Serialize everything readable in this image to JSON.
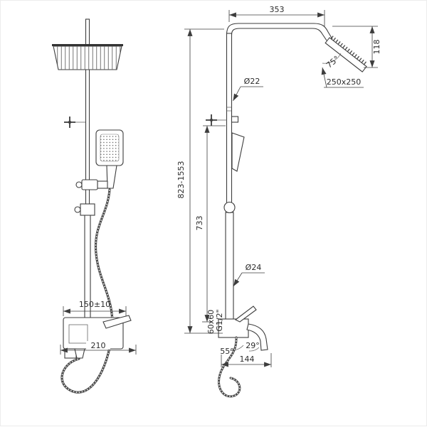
{
  "drawing": {
    "kind": "shower-column-technical-drawing",
    "labels": {
      "top_width": "353",
      "head_height": "118",
      "head_angle": "75°",
      "head_size": "250x250",
      "upper_pipe_diameter": "Ø22",
      "overall_height": "823-1553",
      "pipe_section_height": "733",
      "lower_pipe_diameter": "Ø24",
      "inlet_spacing": "150±10",
      "mixer_width": "210",
      "body_section": "60x60",
      "thread_size": "G1/2\"",
      "spout_angle_a": "55°",
      "spout_angle_b": "29°",
      "spout_length": "144"
    }
  }
}
